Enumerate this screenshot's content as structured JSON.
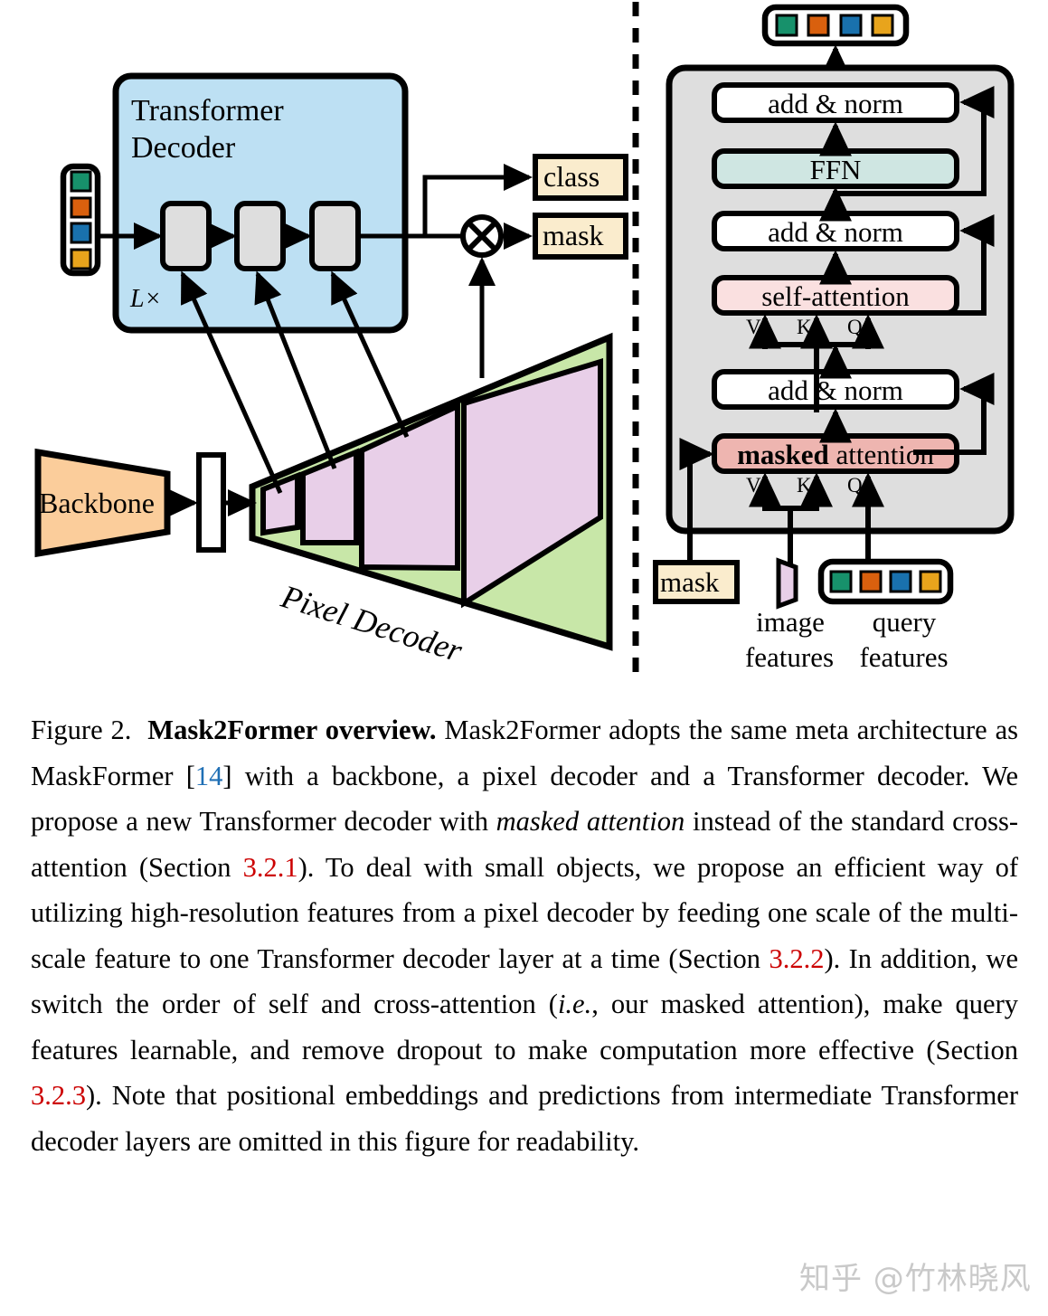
{
  "figure": {
    "left_panel": {
      "query_features_box": {
        "name": "query-features-input",
        "colors": [
          "#17916b",
          "#d9600e",
          "#1971ad",
          "#e8a41c"
        ]
      },
      "transformer_decoder": {
        "title_line1": "Transformer",
        "title_line2": "Decoder",
        "repeat_label": "L×",
        "fill": "#bde0f3",
        "layer_fill": "#dedede",
        "layers": 3
      },
      "outputs": [
        {
          "label": "class",
          "fill": "#faeccd"
        },
        {
          "label": "mask",
          "fill": "#faeccd"
        }
      ],
      "multiply_symbol": "⊗",
      "backbone": {
        "label": "Backbone",
        "fill": "#fbcd9b"
      },
      "pixel_decoder": {
        "label": "Pixel Decoder",
        "fill": "#c8e7a8",
        "feature_fill": "#e8cfe8",
        "scales": 4
      }
    },
    "right_panel": {
      "output_query_features": {
        "colors": [
          "#17916b",
          "#d9600e",
          "#1971ad",
          "#e8a41c"
        ]
      },
      "block_fill": "#dedede",
      "rows": [
        {
          "label": "add & norm",
          "fill": "#ffffff",
          "bold_prefix": ""
        },
        {
          "label": "FFN",
          "fill": "#cfe6e2",
          "bold_prefix": ""
        },
        {
          "label": "add & norm",
          "fill": "#ffffff",
          "bold_prefix": ""
        },
        {
          "label": "self-attention",
          "fill": "#fae0e0",
          "bold_prefix": ""
        },
        {
          "label": "add & norm",
          "fill": "#ffffff",
          "bold_prefix": ""
        },
        {
          "label": " attention",
          "fill": "#eeb5b0",
          "bold_prefix": "masked"
        }
      ],
      "vkq_labels": [
        "V",
        "K",
        "Q"
      ],
      "inputs": [
        {
          "label": "mask",
          "fill": "#faeccd",
          "caption": ""
        },
        {
          "label": "",
          "caption_line1": "image",
          "caption_line2": "features",
          "fill": "#e8cfe8"
        },
        {
          "label": "",
          "caption_line1": "query",
          "caption_line2": "features",
          "fill": "#ffffff"
        }
      ]
    }
  },
  "caption": {
    "figure_number": "Figure 2.",
    "bold_title": "Mask2Former overview.",
    "t1": " Mask2Former adopts the same meta architecture as MaskFormer [",
    "ref1": "14",
    "t2": "] with a backbone, a pixel decoder and a Transformer decoder. We propose a new Transformer decoder with ",
    "it1": "masked attention",
    "t3": " instead of the standard cross-attention (Section ",
    "sec1": "3.2.1",
    "t4": "). To deal with small objects, we propose an efficient way of utilizing high-resolution features from a pixel decoder by feeding one scale of the multi-scale feature to one Transformer decoder layer at a time (Section ",
    "sec2": "3.2.2",
    "t5": "). In addition, we switch the order of self and cross-attention (",
    "it2": "i.e.",
    "t6": ", our masked attention), make query features learnable, and remove dropout to make computation more effective (Section ",
    "sec3": "3.2.3",
    "t7": "). Note that positional embeddings and predictions from intermediate Transformer decoder layers are omitted in this figure for readability.",
    "ref_color": "#1f6fb5",
    "section_color": "#cc0000"
  },
  "watermark": {
    "text": "知乎 @竹林晓风",
    "color": "#c9c9c9"
  }
}
